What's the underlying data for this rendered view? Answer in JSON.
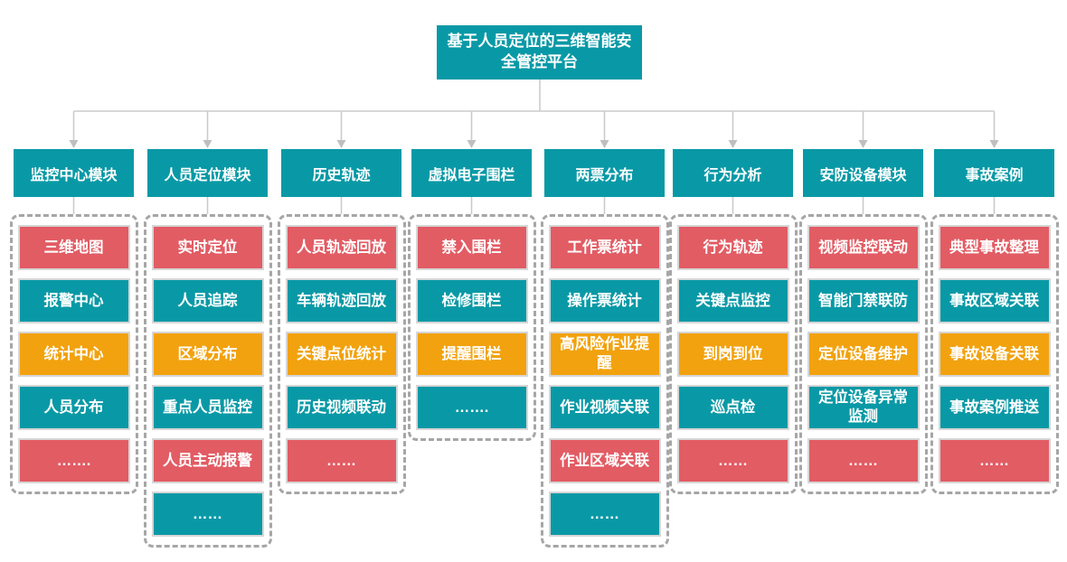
{
  "root": {
    "title": "基于人员定位的三维智能安全管控平台"
  },
  "colors": {
    "teal": "#0999A6",
    "red": "#E25C64",
    "orange": "#F2A20E",
    "connector_line": "#CBCBCB",
    "arrowhead": "#BFBFBF",
    "dashed_border": "#A6A6A6",
    "item_border": "#D6D6D6",
    "text": "#FFFFFF"
  },
  "columns": [
    {
      "label": "监控中心模块",
      "items": [
        {
          "label": "三维地图",
          "color": "red"
        },
        {
          "label": "报警中心",
          "color": "teal"
        },
        {
          "label": "统计中心",
          "color": "orange"
        },
        {
          "label": "人员分布",
          "color": "teal"
        },
        {
          "label": "…….",
          "color": "red"
        }
      ]
    },
    {
      "label": "人员定位模块",
      "items": [
        {
          "label": "实时定位",
          "color": "red"
        },
        {
          "label": "人员追踪",
          "color": "teal"
        },
        {
          "label": "区域分布",
          "color": "orange"
        },
        {
          "label": "重点人员监控",
          "color": "teal"
        },
        {
          "label": "人员主动报警",
          "color": "red"
        },
        {
          "label": "……",
          "color": "teal"
        }
      ]
    },
    {
      "label": "历史轨迹",
      "items": [
        {
          "label": "人员轨迹回放",
          "color": "red"
        },
        {
          "label": "车辆轨迹回放",
          "color": "teal"
        },
        {
          "label": "关键点位统计",
          "color": "orange"
        },
        {
          "label": "历史视频联动",
          "color": "teal"
        },
        {
          "label": "……",
          "color": "red"
        }
      ]
    },
    {
      "label": "虚拟电子围栏",
      "items": [
        {
          "label": "禁入围栏",
          "color": "red"
        },
        {
          "label": "检修围栏",
          "color": "teal"
        },
        {
          "label": "提醒围栏",
          "color": "orange"
        },
        {
          "label": "…….",
          "color": "teal"
        }
      ]
    },
    {
      "label": "两票分布",
      "items": [
        {
          "label": "工作票统计",
          "color": "red"
        },
        {
          "label": "操作票统计",
          "color": "teal"
        },
        {
          "label": "高风险作业提醒",
          "color": "orange"
        },
        {
          "label": "作业视频关联",
          "color": "teal"
        },
        {
          "label": "作业区域关联",
          "color": "red"
        },
        {
          "label": "……",
          "color": "teal"
        }
      ]
    },
    {
      "label": "行为分析",
      "items": [
        {
          "label": "行为轨迹",
          "color": "red"
        },
        {
          "label": "关键点监控",
          "color": "teal"
        },
        {
          "label": "到岗到位",
          "color": "orange"
        },
        {
          "label": "巡点检",
          "color": "teal"
        },
        {
          "label": "……",
          "color": "red"
        }
      ]
    },
    {
      "label": "安防设备模块",
      "items": [
        {
          "label": "视频监控联动",
          "color": "red"
        },
        {
          "label": "智能门禁联防",
          "color": "teal"
        },
        {
          "label": "定位设备维护",
          "color": "orange"
        },
        {
          "label": "定位设备异常监测",
          "color": "teal"
        },
        {
          "label": "……",
          "color": "red"
        }
      ]
    },
    {
      "label": "事故案例",
      "items": [
        {
          "label": "典型事故整理",
          "color": "red"
        },
        {
          "label": "事故区域关联",
          "color": "teal"
        },
        {
          "label": "事故设备关联",
          "color": "orange"
        },
        {
          "label": "事故案例推送",
          "color": "teal"
        },
        {
          "label": "……",
          "color": "red"
        }
      ]
    }
  ]
}
